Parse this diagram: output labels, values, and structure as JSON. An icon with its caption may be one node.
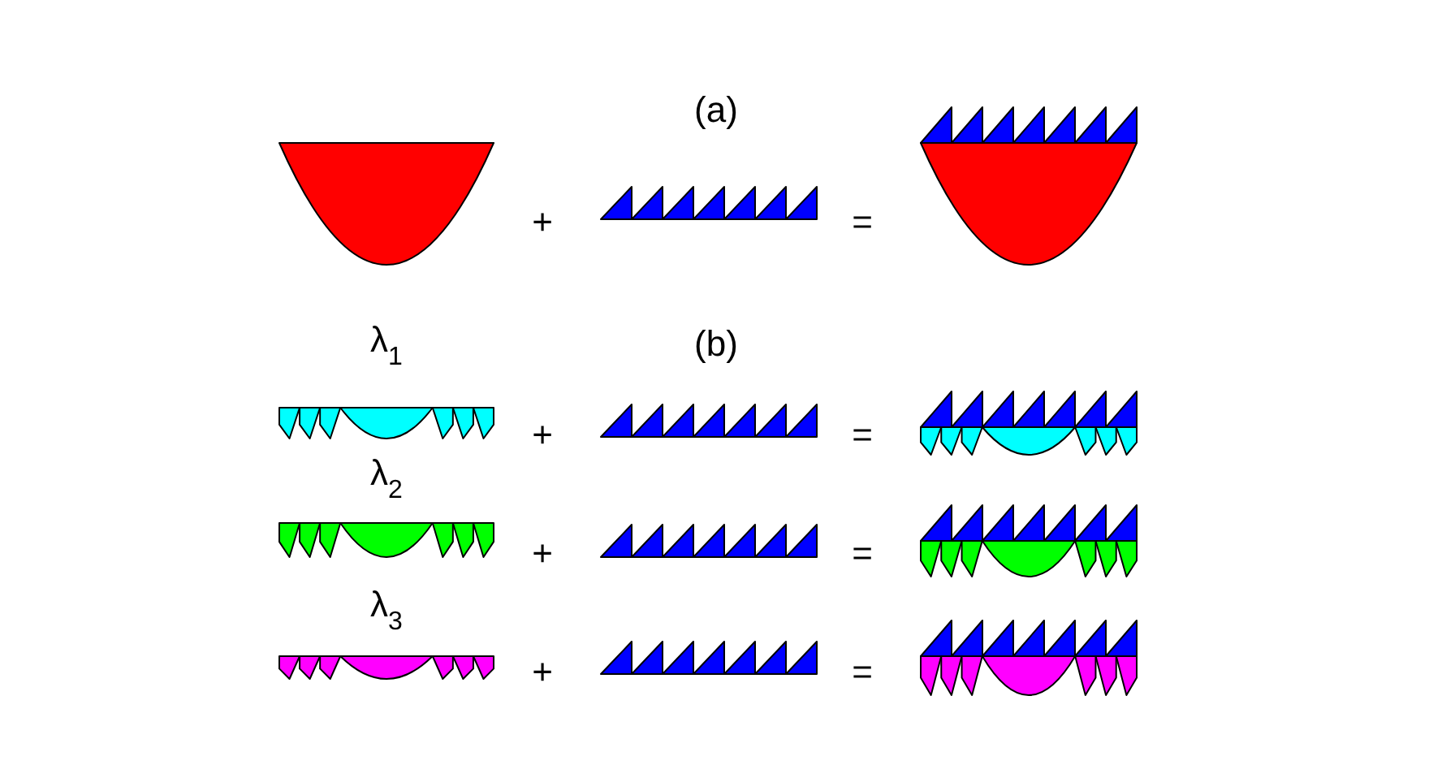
{
  "diagram": {
    "labels": [
      "(a)",
      "+",
      "=",
      "(b)",
      "λ$_{1}$",
      "+",
      "=",
      "λ$_{2}$",
      "+",
      "=",
      "λ$_{3}$",
      "+",
      "="
    ]
  }
}
